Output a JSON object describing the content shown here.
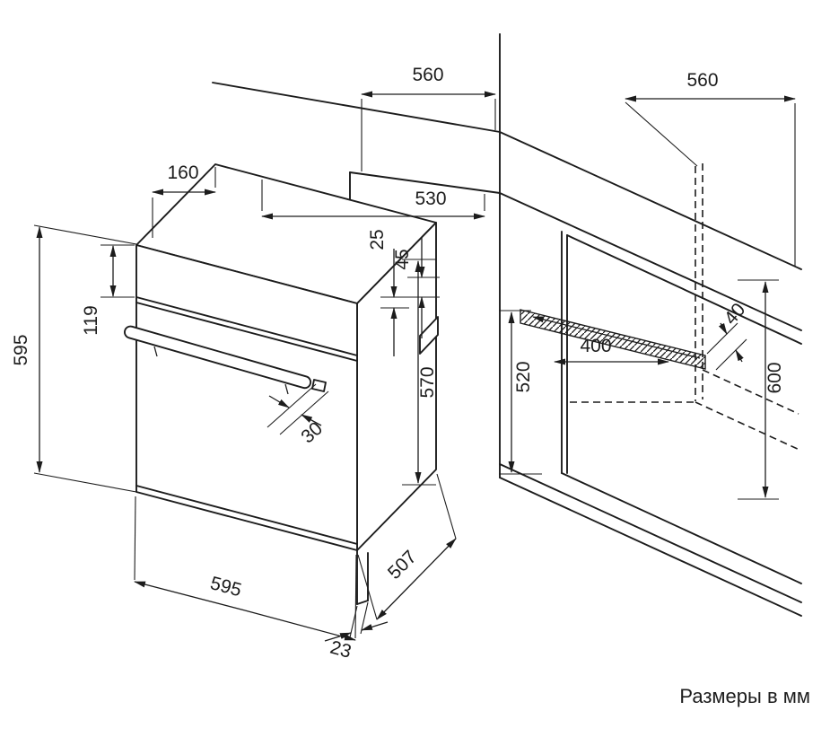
{
  "caption": "Размеры в мм",
  "dims": {
    "niche_top_depth": "560",
    "niche_side_depth": "560",
    "top_front_offset": "160",
    "top_depth": "530",
    "top_clearance": "25",
    "rear_clearance": "45",
    "oven_height": "595",
    "panel_height": "119",
    "body_height": "570",
    "handle_clearance": "30",
    "oven_width": "595",
    "body_depth": "507",
    "base_recess": "23",
    "vent_depth": "400",
    "vent_gap": "40",
    "niche_rear_height": "600",
    "niche_front_height": "520"
  }
}
